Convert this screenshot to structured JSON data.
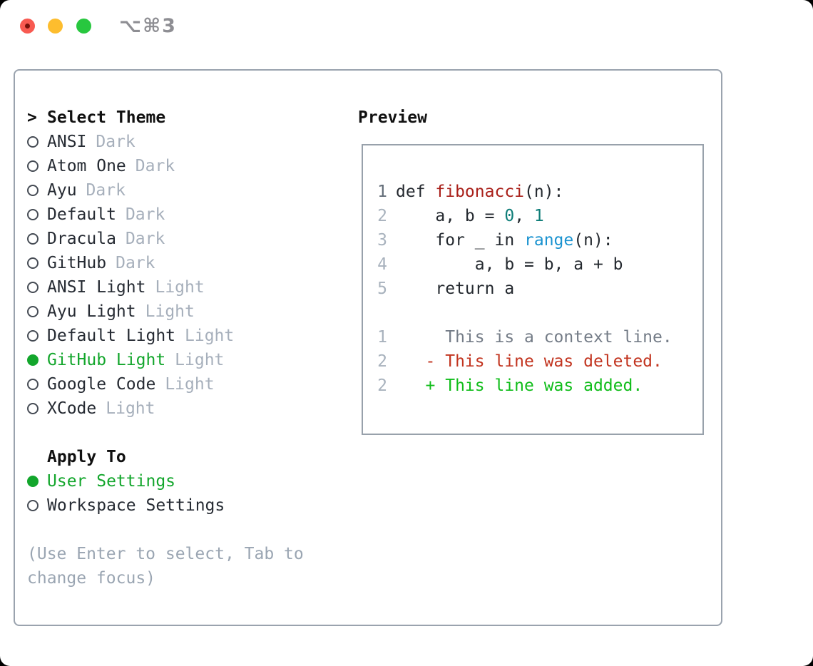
{
  "window": {
    "title": "⌥⌘3",
    "traffic_lights": [
      "close",
      "minimize",
      "zoom"
    ]
  },
  "colors": {
    "selection_green": "#13a62c",
    "added_green": "#10bd1a",
    "deleted_red": "#c2341f",
    "function_red": "#a9201a",
    "number_teal": "#0e7d78",
    "builtin_blue": "#1b93d0",
    "tag_gray": "#a6afbb",
    "hint_gray": "#9aa5b2",
    "panel_border": "#9aa3ae"
  },
  "theme_picker": {
    "header": {
      "prefix": ">",
      "label": "Select Theme"
    },
    "items": [
      {
        "label": "ANSI",
        "tag": "Dark",
        "selected": false
      },
      {
        "label": "Atom One",
        "tag": "Dark",
        "selected": false
      },
      {
        "label": "Ayu",
        "tag": "Dark",
        "selected": false
      },
      {
        "label": "Default",
        "tag": "Dark",
        "selected": false
      },
      {
        "label": "Dracula",
        "tag": "Dark",
        "selected": false
      },
      {
        "label": "GitHub",
        "tag": "Dark",
        "selected": false
      },
      {
        "label": "ANSI Light",
        "tag": "Light",
        "selected": false
      },
      {
        "label": "Ayu Light",
        "tag": "Light",
        "selected": false
      },
      {
        "label": "Default Light",
        "tag": "Light",
        "selected": false
      },
      {
        "label": "GitHub Light",
        "tag": "Light",
        "selected": true
      },
      {
        "label": "Google Code",
        "tag": "Light",
        "selected": false
      },
      {
        "label": "XCode",
        "tag": "Light",
        "selected": false
      }
    ],
    "apply_to": {
      "header": "Apply To",
      "options": [
        {
          "label": "User Settings",
          "selected": true
        },
        {
          "label": "Workspace Settings",
          "selected": false
        }
      ]
    },
    "hint_lines": [
      "(Use Enter to select, Tab to",
      "change focus)"
    ]
  },
  "preview": {
    "header": "Preview",
    "lines": [
      {
        "num": "1",
        "num_style": "dark",
        "tokens": [
          {
            "t": "def ",
            "s": "plain"
          },
          {
            "t": "fibonacci",
            "s": "func"
          },
          {
            "t": "(n):",
            "s": "plain"
          }
        ]
      },
      {
        "num": "2",
        "tokens": [
          {
            "t": "    a, b = ",
            "s": "plain"
          },
          {
            "t": "0",
            "s": "number"
          },
          {
            "t": ", ",
            "s": "plain"
          },
          {
            "t": "1",
            "s": "number"
          }
        ]
      },
      {
        "num": "3",
        "tokens": [
          {
            "t": "    for _ in ",
            "s": "plain"
          },
          {
            "t": "range",
            "s": "builtin"
          },
          {
            "t": "(n):",
            "s": "plain"
          }
        ]
      },
      {
        "num": "4",
        "tokens": [
          {
            "t": "        a, b = b, a + b",
            "s": "plain"
          }
        ]
      },
      {
        "num": "5",
        "tokens": [
          {
            "t": "    return a",
            "s": "plain"
          }
        ]
      },
      {
        "num": "",
        "tokens": []
      },
      {
        "num": "1",
        "tokens": [
          {
            "t": "     This is a context line.",
            "s": "context"
          }
        ]
      },
      {
        "num": "2",
        "tokens": [
          {
            "t": "   - This line was deleted.",
            "s": "deleted"
          }
        ]
      },
      {
        "num": "2",
        "tokens": [
          {
            "t": "   + This line was added.",
            "s": "added"
          }
        ]
      }
    ]
  }
}
